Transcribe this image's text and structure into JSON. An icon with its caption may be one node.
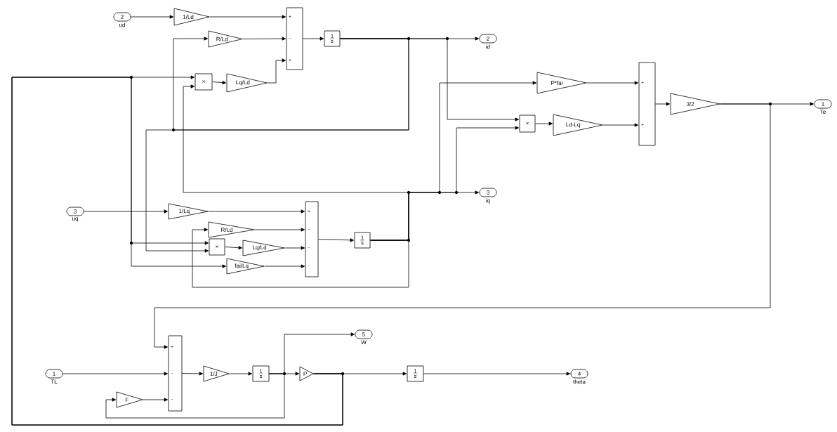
{
  "diagram": {
    "nodes": [
      {
        "text": [
          "2"
        ],
        "beside": [
          "ud"
        ]
      },
      {
        "text": [
          "1/Ld"
        ]
      },
      {
        "text": [
          "R/Ld"
        ]
      },
      {
        "text": [
          "×"
        ]
      },
      {
        "text": [
          "Lq/Ld"
        ]
      },
      {
        "text": [
          "+",
          "-",
          "+"
        ]
      },
      {
        "text": [
          "1",
          "s"
        ]
      },
      {
        "text": [
          "2"
        ],
        "beside": [
          "id"
        ]
      },
      {
        "text": [
          "P*fai"
        ]
      },
      {
        "text": [
          "×"
        ]
      },
      {
        "text": [
          "Ld-Lq"
        ]
      },
      {
        "text": [
          "+",
          "+"
        ]
      },
      {
        "text": [
          "3/2"
        ]
      },
      {
        "text": [
          "1"
        ],
        "beside": [
          "Te"
        ]
      },
      {
        "text": [
          "3"
        ],
        "beside": [
          "iq"
        ]
      },
      {
        "text": [
          "3"
        ],
        "beside": [
          "uq"
        ]
      },
      {
        "text": [
          "1/Lq"
        ]
      },
      {
        "text": [
          "R/Ld"
        ]
      },
      {
        "text": [
          "×"
        ]
      },
      {
        "text": [
          "Lq/Ld"
        ]
      },
      {
        "text": [
          "fai/Lq"
        ]
      },
      {
        "text": [
          "+",
          "-",
          "-",
          "-"
        ]
      },
      {
        "text": [
          "1",
          "s"
        ]
      },
      {
        "text": [
          "1"
        ],
        "beside": [
          "TL"
        ]
      },
      {
        "text": [
          "+",
          "-",
          "-"
        ]
      },
      {
        "text": [
          "F"
        ]
      },
      {
        "text": [
          "1/J"
        ]
      },
      {
        "text": [
          "1",
          "s"
        ]
      },
      {
        "text": [
          "5"
        ],
        "beside": [
          "W"
        ]
      },
      {
        "text": [
          "P"
        ]
      },
      {
        "text": [
          "1",
          "s"
        ]
      },
      {
        "text": [
          "4"
        ],
        "beside": [
          "theta"
        ]
      }
    ],
    "edges": [
      {
        "from": 0,
        "to": 1,
        "arrow": "to"
      },
      {
        "from": 1,
        "to": 5,
        "arrow": "to"
      },
      {
        "from": 2,
        "to": 5,
        "arrow": "to"
      },
      {
        "from": 4,
        "to": 5,
        "arrow": "to"
      },
      {
        "from": 5,
        "to": 6,
        "arrow": "to"
      },
      {
        "from": 6,
        "to": 7,
        "arrow": "to"
      },
      {
        "from": 6,
        "to": 2,
        "arrow": "to"
      },
      {
        "from": 6,
        "to": 18,
        "arrow": "to"
      },
      {
        "from": 6,
        "to": 9,
        "arrow": "to"
      },
      {
        "from": 3,
        "to": 4,
        "arrow": "to"
      },
      {
        "from": 22,
        "to": 3,
        "arrow": "to"
      },
      {
        "from": 22,
        "to": 14,
        "arrow": "to"
      },
      {
        "from": 22,
        "to": 17,
        "arrow": "to"
      },
      {
        "from": 22,
        "to": 8,
        "arrow": "to"
      },
      {
        "from": 22,
        "to": 9,
        "arrow": "to"
      },
      {
        "from": 8,
        "to": 11,
        "arrow": "to"
      },
      {
        "from": 10,
        "to": 11,
        "arrow": "to"
      },
      {
        "from": 9,
        "to": 10,
        "arrow": "to"
      },
      {
        "from": 11,
        "to": 12,
        "arrow": "to"
      },
      {
        "from": 12,
        "to": 13,
        "arrow": "to"
      },
      {
        "from": 12,
        "to": 24,
        "arrow": "to"
      },
      {
        "from": 15,
        "to": 16,
        "arrow": "to"
      },
      {
        "from": 16,
        "to": 21,
        "arrow": "to"
      },
      {
        "from": 17,
        "to": 21,
        "arrow": "to"
      },
      {
        "from": 18,
        "to": 19,
        "arrow": "to"
      },
      {
        "from": 19,
        "to": 21,
        "arrow": "to"
      },
      {
        "from": 20,
        "to": 21,
        "arrow": "to"
      },
      {
        "from": 21,
        "to": 22,
        "arrow": "to"
      },
      {
        "from": 23,
        "to": 24,
        "arrow": "to"
      },
      {
        "from": 25,
        "to": 24,
        "arrow": "to"
      },
      {
        "from": 24,
        "to": 26,
        "arrow": "to"
      },
      {
        "from": 26,
        "to": 27,
        "arrow": "to"
      },
      {
        "from": 27,
        "to": 29,
        "arrow": "to"
      },
      {
        "from": 27,
        "to": 28,
        "arrow": "to"
      },
      {
        "from": 27,
        "to": 25,
        "arrow": "to"
      },
      {
        "from": 29,
        "to": 30,
        "arrow": "to"
      },
      {
        "from": 29,
        "to": 3,
        "arrow": "to"
      },
      {
        "from": 29,
        "to": 18,
        "arrow": "to"
      },
      {
        "from": 29,
        "to": 20,
        "arrow": "to"
      },
      {
        "from": 30,
        "to": 31,
        "arrow": "to"
      }
    ]
  }
}
